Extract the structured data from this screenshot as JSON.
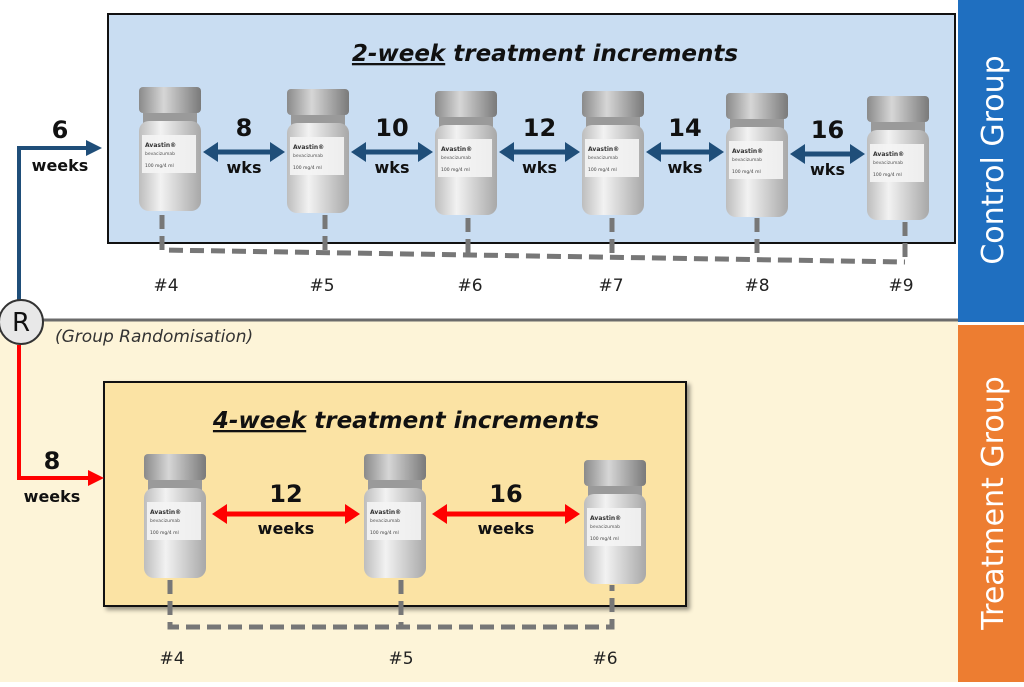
{
  "control": {
    "group_label": "Control Group",
    "title_emph": "2-week",
    "title_rest": " treatment increments",
    "start": {
      "value": "6",
      "unit": "weeks"
    },
    "intervals": [
      {
        "value": "8",
        "unit": "wks"
      },
      {
        "value": "10",
        "unit": "wks"
      },
      {
        "value": "12",
        "unit": "wks"
      },
      {
        "value": "14",
        "unit": "wks"
      },
      {
        "value": "16",
        "unit": "wks"
      }
    ],
    "visits": [
      "#4",
      "#5",
      "#6",
      "#7",
      "#8",
      "#9"
    ]
  },
  "treatment": {
    "group_label": "Treatment Group",
    "title_emph": "4-week",
    "title_rest": " treatment increments",
    "start": {
      "value": "8",
      "unit": "weeks"
    },
    "intervals": [
      {
        "value": "12",
        "unit": "weeks"
      },
      {
        "value": "16",
        "unit": "weeks"
      }
    ],
    "visits": [
      "#4",
      "#5",
      "#6"
    ]
  },
  "randomisation": {
    "symbol": "R",
    "label": "(Group Randomisation)"
  },
  "vial_label": {
    "brand": "Avastin®",
    "generic": "bevacizumab",
    "dose": "100 mg/4 ml"
  },
  "colors": {
    "control": "#1f6fc0",
    "treatment": "#ed7d31",
    "blue_arrow": "#1f4e79",
    "red_arrow": "#ff0000"
  }
}
